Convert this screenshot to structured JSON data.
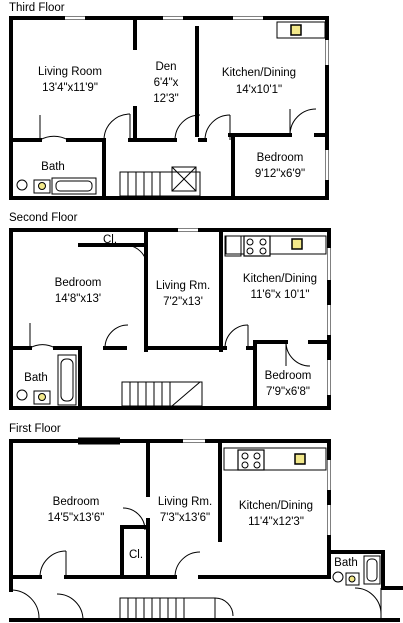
{
  "floors": [
    {
      "title": "Third Floor",
      "rooms": [
        {
          "name": "Living Room",
          "size": "13'4\"x11'9\""
        },
        {
          "name": "Den",
          "size_line1": "6'4\"x",
          "size_line2": "12'3\""
        },
        {
          "name": "Kitchen/Dining",
          "size": "14'x10'1\""
        },
        {
          "name": "Bath"
        },
        {
          "name": "Bedroom",
          "size": "9'12\"x6'9\""
        }
      ]
    },
    {
      "title": "Second Floor",
      "rooms": [
        {
          "name": "Bedroom",
          "size": "14'8\"x13'"
        },
        {
          "name": "Cl."
        },
        {
          "name": "Living Rm.",
          "size": "7'2\"x13'"
        },
        {
          "name": "Kitchen/Dining",
          "size": "11'6\"x 10'1\""
        },
        {
          "name": "Bath"
        },
        {
          "name": "Bedroom",
          "size": "7'9\"x6'8\""
        }
      ]
    },
    {
      "title": "First Floor",
      "rooms": [
        {
          "name": "Bedroom",
          "size": "14'5\"x13'6\""
        },
        {
          "name": "Cl."
        },
        {
          "name": "Living Rm.",
          "size": "7'3\"x13'6\""
        },
        {
          "name": "Kitchen/Dining",
          "size": "11'4\"x12'3\""
        },
        {
          "name": "Bath"
        }
      ]
    }
  ]
}
